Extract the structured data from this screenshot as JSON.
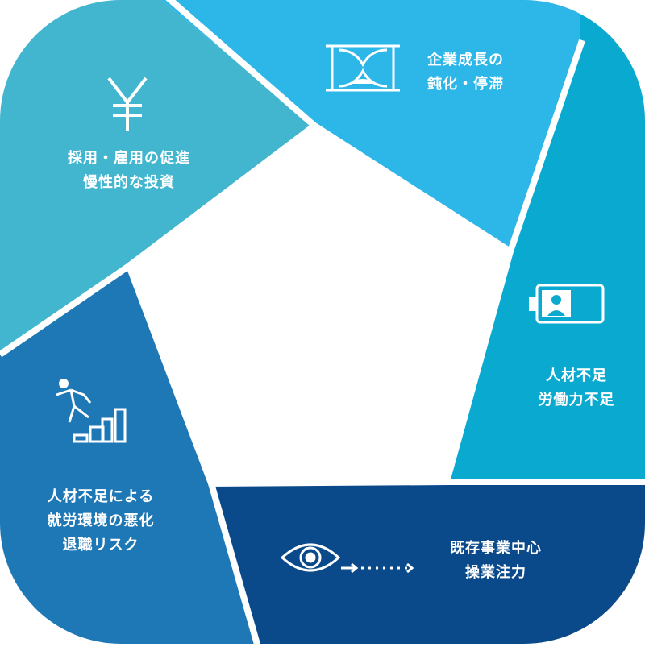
{
  "colors": {
    "segment_top_right": "#2db6e8",
    "segment_right": "#0aa9cf",
    "segment_bottom": "#0b4a8a",
    "segment_left": "#1f78b6",
    "segment_top_left": "#42b6cf",
    "icon_white": "#ffffff"
  },
  "segments": [
    {
      "id": "top-right",
      "icon": "hourglass-icon",
      "lines": [
        "企業成長の",
        "鈍化・停滞"
      ]
    },
    {
      "id": "right",
      "icon": "battery-person-icon",
      "lines": [
        "人材不足",
        "労働力不足"
      ]
    },
    {
      "id": "bottom",
      "icon": "eye-arrow-icon",
      "lines": [
        "既存事業中心",
        "操業注力"
      ]
    },
    {
      "id": "left",
      "icon": "falling-person-stairs-icon",
      "lines": [
        "人材不足による",
        "就労環境の悪化",
        "退職リスク"
      ]
    },
    {
      "id": "top-left",
      "icon": "yen-icon",
      "lines": [
        "採用・雇用の促進",
        "慢性的な投資"
      ]
    }
  ]
}
